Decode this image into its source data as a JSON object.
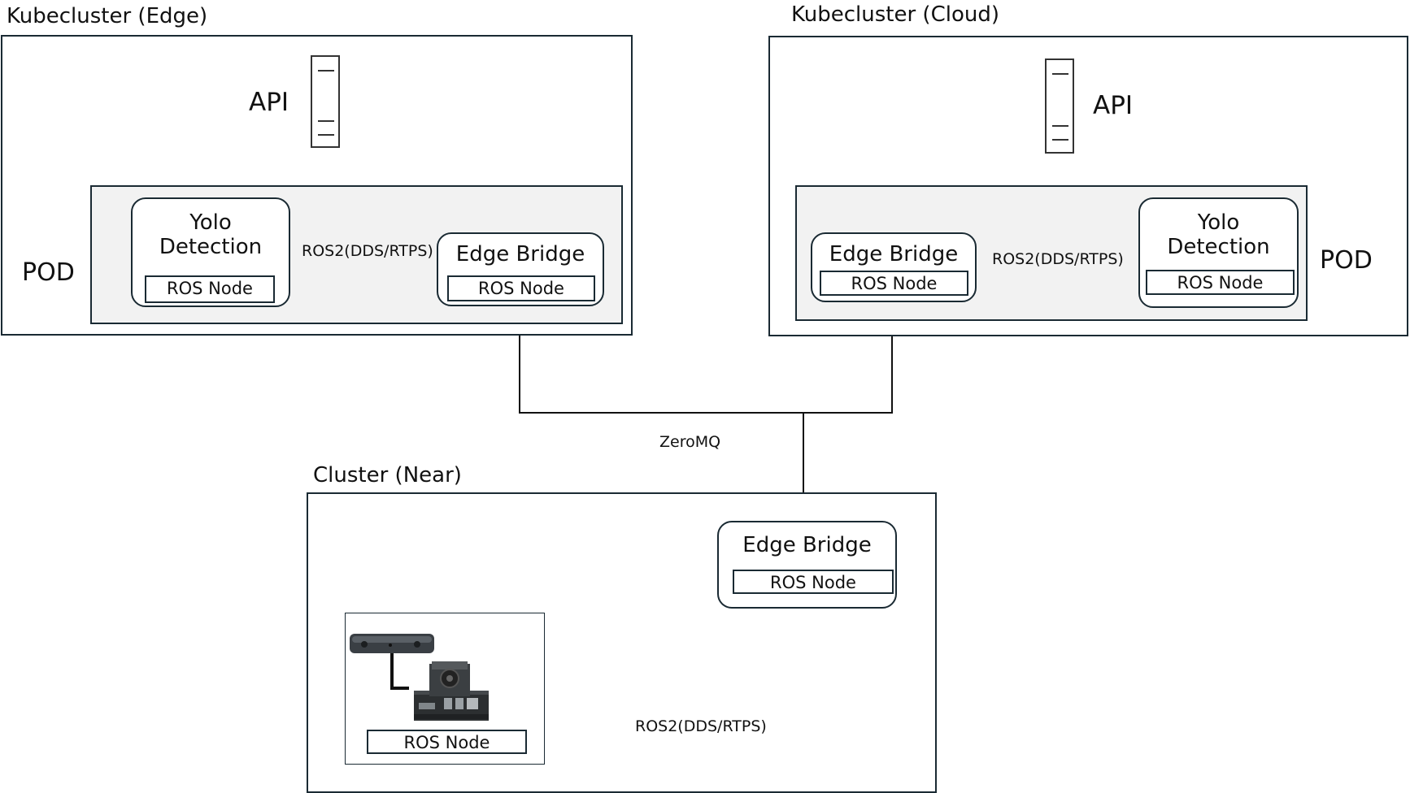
{
  "edge_cluster": {
    "title": "Kubecluster (Edge)",
    "api_label": "API",
    "pod_label": "POD",
    "yolo": {
      "title": "Yolo\nDetection",
      "node_label": "ROS Node"
    },
    "bridge": {
      "title": "Edge Bridge",
      "node_label": "ROS Node"
    },
    "link_label": "ROS2(DDS/RTPS)"
  },
  "cloud_cluster": {
    "title": "Kubecluster (Cloud)",
    "api_label": "API",
    "pod_label": "POD",
    "bridge": {
      "title": "Edge Bridge",
      "node_label": "ROS Node"
    },
    "yolo": {
      "title": "Yolo\nDetection",
      "node_label": "ROS Node"
    },
    "link_label": "ROS2(DDS/RTPS)"
  },
  "zeromq_label": "ZeroMQ",
  "near_cluster": {
    "title": "Cluster (Near)",
    "bridge": {
      "title": "Edge Bridge",
      "node_label": "ROS Node"
    },
    "device": {
      "node_label": "ROS Node"
    },
    "link_label": "ROS2(DDS/RTPS)"
  }
}
